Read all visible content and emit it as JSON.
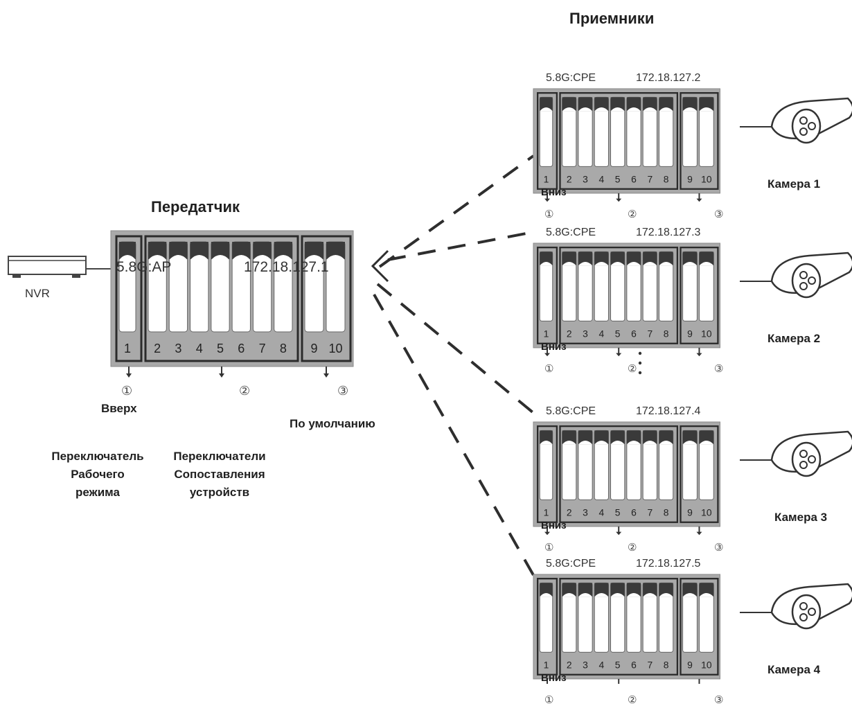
{
  "receivers_title": "Приемники",
  "transmitter": {
    "title": "Передатчик",
    "mode": "5.8G:AP",
    "ip": "172.18.127.1",
    "nvr_label": "NVR",
    "switch_numbers": [
      "1",
      "2",
      "3",
      "4",
      "5",
      "6",
      "7",
      "8",
      "9",
      "10"
    ],
    "markers": [
      "①",
      "②",
      "③"
    ],
    "mode_position_label": "Вверх",
    "default_label": "По умолчанию",
    "legend_mode_switch": "Переключатель\nРабочего\nрежима",
    "legend_mapping_switches": "Переключатели\nСопоставления\nустройств"
  },
  "receivers": [
    {
      "mode": "5.8G:CPE",
      "ip": "172.18.127.2",
      "camera_label": "Камера 1",
      "position_label": "Вниз"
    },
    {
      "mode": "5.8G:CPE",
      "ip": "172.18.127.3",
      "camera_label": "Камера 2",
      "position_label": "Вниз"
    },
    {
      "mode": "5.8G:CPE",
      "ip": "172.18.127.4",
      "camera_label": "Камера 3",
      "position_label": "Вниз"
    },
    {
      "mode": "5.8G:CPE",
      "ip": "172.18.127.5",
      "camera_label": "Камера 4",
      "position_label": "Вниз"
    }
  ],
  "receiver_switch_numbers": [
    "1",
    "2",
    "3",
    "4",
    "5",
    "6",
    "7",
    "8",
    "9",
    "10"
  ],
  "receiver_markers": [
    "①",
    "②",
    "③"
  ],
  "colors": {
    "housing": "#a9a9a9",
    "frame": "#2b2b2b",
    "lever": "#ffffff",
    "lever_top": "#3a3a3a",
    "line": "#2e2e2e"
  }
}
